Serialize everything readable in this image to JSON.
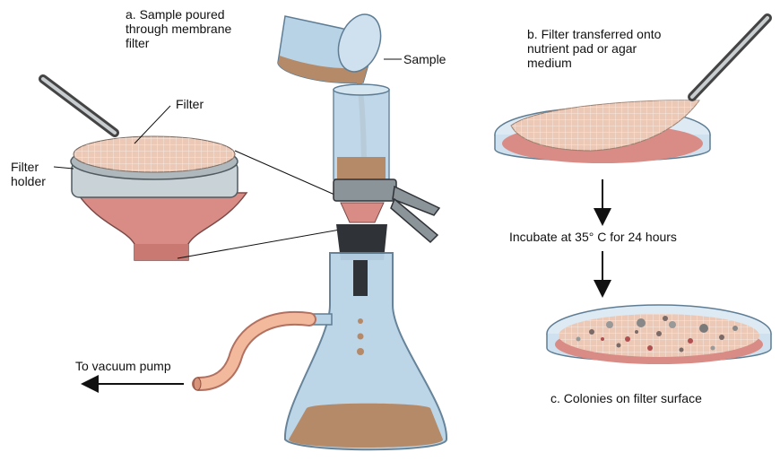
{
  "labels": {
    "step_a": [
      "a. Sample poured",
      "through membrane",
      "filter"
    ],
    "sample": "Sample",
    "filter": "Filter",
    "filter_holder": [
      "Filter",
      "holder"
    ],
    "vacuum": "To vacuum pump",
    "step_b": [
      "b. Filter transferred onto",
      "nutrient pad or agar",
      "medium"
    ],
    "incubate": "Incubate at 35° C for 24 hours",
    "step_c": "c. Colonies on filter surface"
  },
  "colors": {
    "glass": "#b9d3e6",
    "glass_edge": "#6f8fa8",
    "filter": "#ecc9b6",
    "liquid": "#b58a68",
    "pink": "#d98c86",
    "metal": "#8b9499",
    "stopper": "#2f3236",
    "tube": "#f2b99c"
  }
}
